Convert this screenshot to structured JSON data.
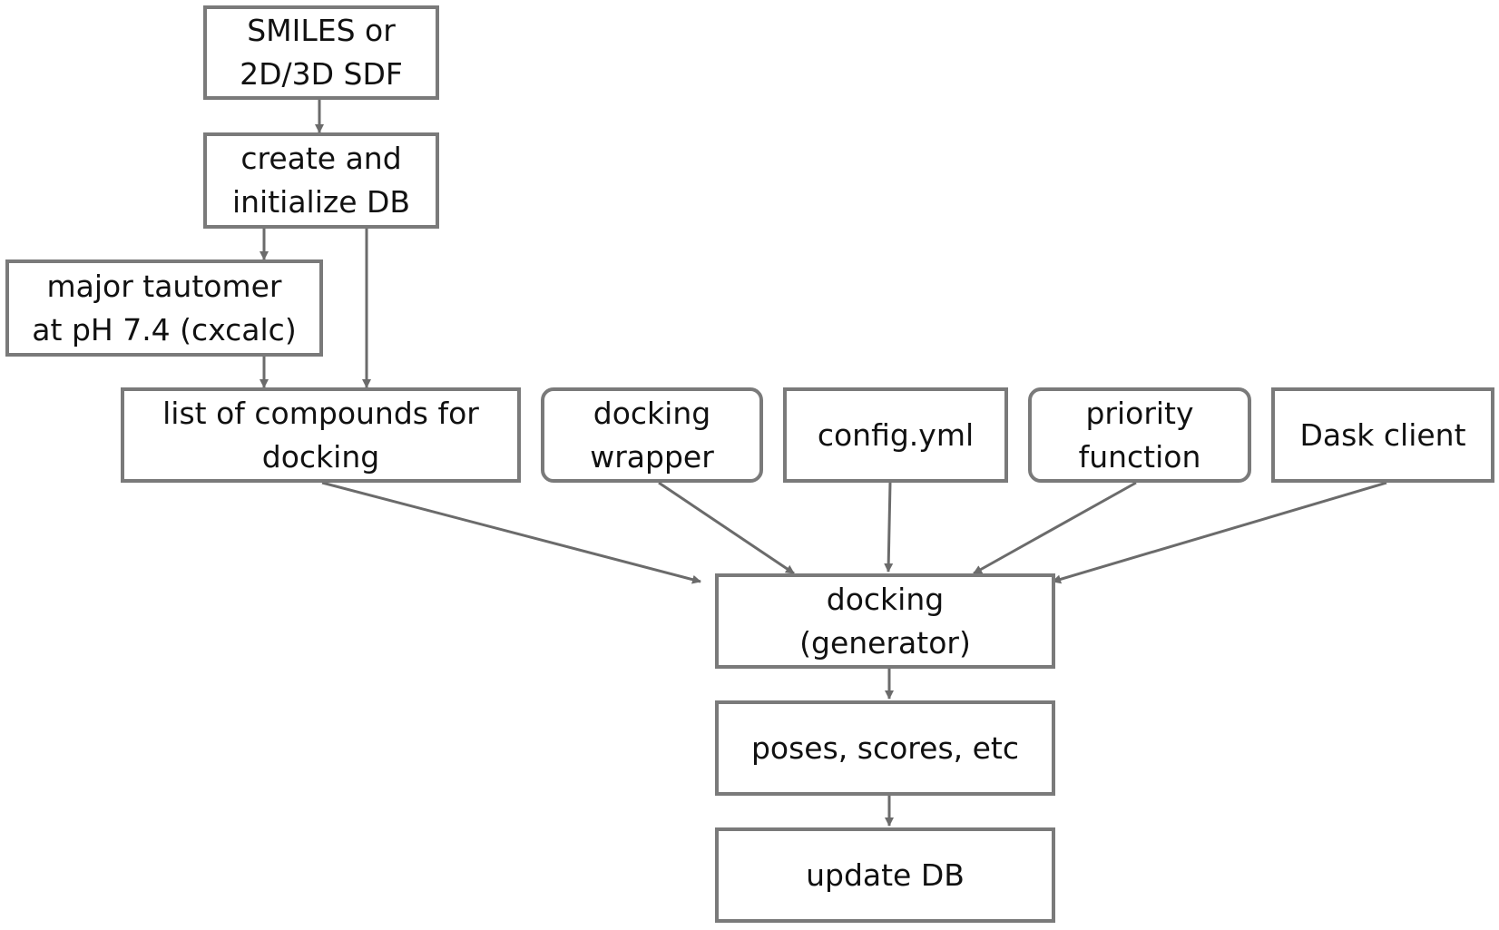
{
  "diagram": {
    "nodes": {
      "input": "SMILES or\n2D/3D SDF",
      "create_db": "create and\ninitialize DB",
      "tautomer": "major tautomer\nat pH 7.4 (cxcalc)",
      "compound_list": "list of compounds for\ndocking",
      "docking_wrapper": "docking\nwrapper",
      "config": "config.yml",
      "priority": "priority\nfunction",
      "dask": "Dask client",
      "docking": "docking\n(generator)",
      "poses": "poses, scores, etc",
      "update": "update DB"
    },
    "edges": [
      {
        "from": "input",
        "to": "create_db"
      },
      {
        "from": "create_db",
        "to": "tautomer"
      },
      {
        "from": "create_db",
        "to": "compound_list"
      },
      {
        "from": "tautomer",
        "to": "compound_list"
      },
      {
        "from": "compound_list",
        "to": "docking"
      },
      {
        "from": "docking_wrapper",
        "to": "docking"
      },
      {
        "from": "config",
        "to": "docking"
      },
      {
        "from": "priority",
        "to": "docking"
      },
      {
        "from": "dask",
        "to": "docking"
      },
      {
        "from": "docking",
        "to": "poses"
      },
      {
        "from": "poses",
        "to": "update"
      }
    ],
    "colors": {
      "border": "#7a7a7a",
      "arrow": "#6b6b6b",
      "text": "#111111",
      "background": "#ffffff"
    }
  }
}
